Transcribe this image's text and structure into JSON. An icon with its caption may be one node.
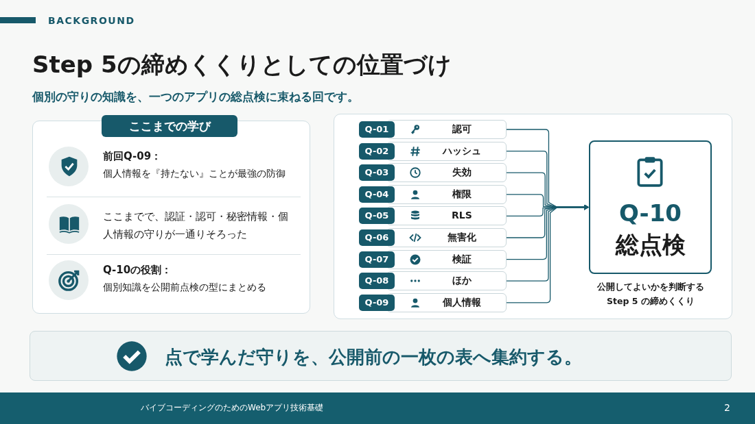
{
  "diagram": {
    "title": "Step 5の締めくくりとしての位置づけ",
    "nodes": [
      {
        "text": [
          "ここまでの学び"
        ]
      },
      {
        "text": [
          "前回Q-09：",
          "個人情報を『持たない』ことが最強の防御"
        ],
        "in": 0
      },
      {
        "text": [
          "ここまでで、認証・認可・秘密情報・個人情報の守りが一通りそろった"
        ],
        "in": 0
      },
      {
        "text": [
          "Q-10の役割：",
          "個別知識を公開前点検の型にまとめる"
        ],
        "in": 0
      },
      {
        "text": [
          "Q-01",
          "認可"
        ]
      },
      {
        "text": [
          "Q-02",
          "ハッシュ"
        ]
      },
      {
        "text": [
          "Q-03",
          "失効"
        ]
      },
      {
        "text": [
          "Q-04",
          "権限"
        ]
      },
      {
        "text": [
          "Q-05",
          "RLS"
        ]
      },
      {
        "text": [
          "Q-06",
          "無害化"
        ]
      },
      {
        "text": [
          "Q-07",
          "検証"
        ]
      },
      {
        "text": [
          "Q-08",
          "ほか"
        ]
      },
      {
        "text": [
          "Q-09",
          "個人情報"
        ]
      },
      {
        "text": [
          "Q-10",
          "総点検"
        ],
        "beside": [
          "公開してよいかを判断する Step 5 の締めくくり"
        ]
      },
      {
        "text": [
          "点で学んだ守りを、公開前の一枚の表へ集約する。"
        ]
      }
    ],
    "edges": [
      {
        "from": 4,
        "to": 13,
        "arrow": "to"
      },
      {
        "from": 5,
        "to": 13,
        "arrow": "to"
      },
      {
        "from": 6,
        "to": 13,
        "arrow": "to"
      },
      {
        "from": 7,
        "to": 13,
        "arrow": "to"
      },
      {
        "from": 8,
        "to": 13,
        "arrow": "to"
      },
      {
        "from": 9,
        "to": 13,
        "arrow": "to"
      },
      {
        "from": 10,
        "to": 13,
        "arrow": "to"
      },
      {
        "from": 11,
        "to": 13,
        "arrow": "to"
      },
      {
        "from": 12,
        "to": 13,
        "arrow": "to"
      }
    ],
    "labels": [
      "BACKGROUND",
      "個別の守りの知識を、一つのアプリの総点検に束ねる回です。",
      "バイブコーディングのためのWebアプリ技術基礎",
      "2"
    ]
  }
}
